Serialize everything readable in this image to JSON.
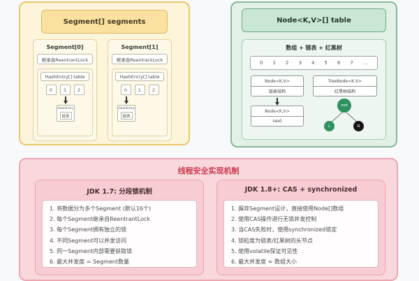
{
  "segment_panel": {
    "title": "Segment[] segments",
    "segments": [
      {
        "name": "Segment[0]",
        "lock": "继承自ReentrantLock",
        "table": "HashEntry[] table",
        "cells": [
          "0",
          "1",
          "2"
        ],
        "entry": "HashEntry",
        "entry_type": "链表"
      },
      {
        "name": "Segment[1]",
        "lock": "继承自ReentrantLock",
        "table": "HashEntry[] table",
        "cells": [
          "0",
          "1",
          "2"
        ],
        "entry": "HashEntry",
        "entry_type": "链表"
      }
    ]
  },
  "node_panel": {
    "title": "Node<K,V>[] table",
    "structure": "数组 + 链表 + 红黑树",
    "array_cells": [
      "0",
      "1",
      "2",
      "3",
      "4",
      "5",
      "6",
      "7",
      "…"
    ],
    "list_node": {
      "type": "Node<K,V>",
      "label": "链表结构"
    },
    "next_node": {
      "type": "Node<K,V>",
      "label": "next"
    },
    "tree_node": {
      "type": "TreeNode<K,V>",
      "label": "红黑树结构"
    },
    "tree": {
      "root": "root",
      "left": "L",
      "right": "R"
    }
  },
  "mechanism_panel": {
    "title": "线程安全实现机制",
    "jdk17": {
      "title": "JDK 1.7: 分段锁机制",
      "items": [
        "1. 将数据分为多个Segment (默认16个)",
        "2. 每个Segment继承自ReentrantLock",
        "3. 每个Segment拥有独立的锁",
        "4. 不同Segment可以并发访问",
        "5. 同一Segment内部需要获取锁",
        "6. 最大并发度 = Segment数量"
      ]
    },
    "jdk18": {
      "title": "JDK 1.8+: CAS + synchronized",
      "items": [
        "1. 摒弃Segment设计，直接使用Node[]数组",
        "2. 使用CAS操作进行无锁并发控制",
        "3. 当CAS失败时，使用synchronized锁定",
        "4. 锁粒度为链表/红黑树的头节点",
        "5. 使用volatile保证可见性",
        "6. 最大并发度 ≈ 数组大小"
      ]
    }
  },
  "colors": {
    "segment_accent": "#e8c76a",
    "node_accent": "#85b897",
    "mechanism_accent": "#eca6b0",
    "mechanism_title": "#c93a4e",
    "tree_red_node": "#2f9160",
    "tree_black_node": "#151515"
  }
}
